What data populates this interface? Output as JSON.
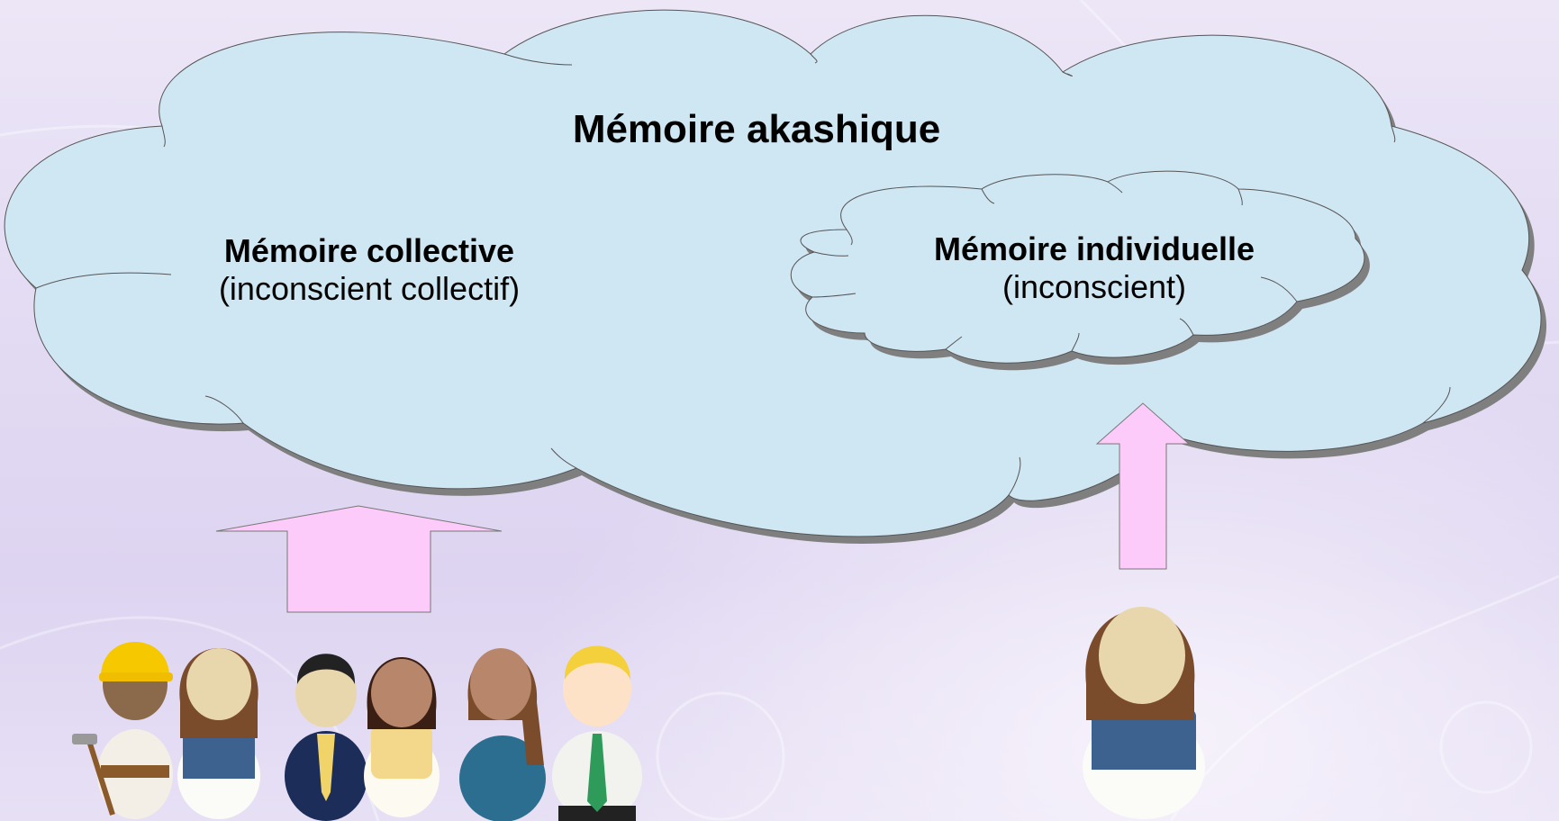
{
  "diagram": {
    "title": "Mémoire akashique",
    "collective": {
      "heading": "Mémoire collective",
      "subtitle": "(inconscient collectif)"
    },
    "individual": {
      "heading": "Mémoire individuelle",
      "subtitle": "(inconscient)"
    },
    "colors": {
      "cloud_fill": "#cfe6f3",
      "cloud_shadow": "#808080",
      "arrow_fill": "#fccbfa"
    },
    "people_group": [
      "worker-with-helmet",
      "woman-vest",
      "businessman",
      "woman-patterned",
      "woman-teal",
      "blond-man-tie"
    ],
    "individual_person": "woman-vest"
  }
}
